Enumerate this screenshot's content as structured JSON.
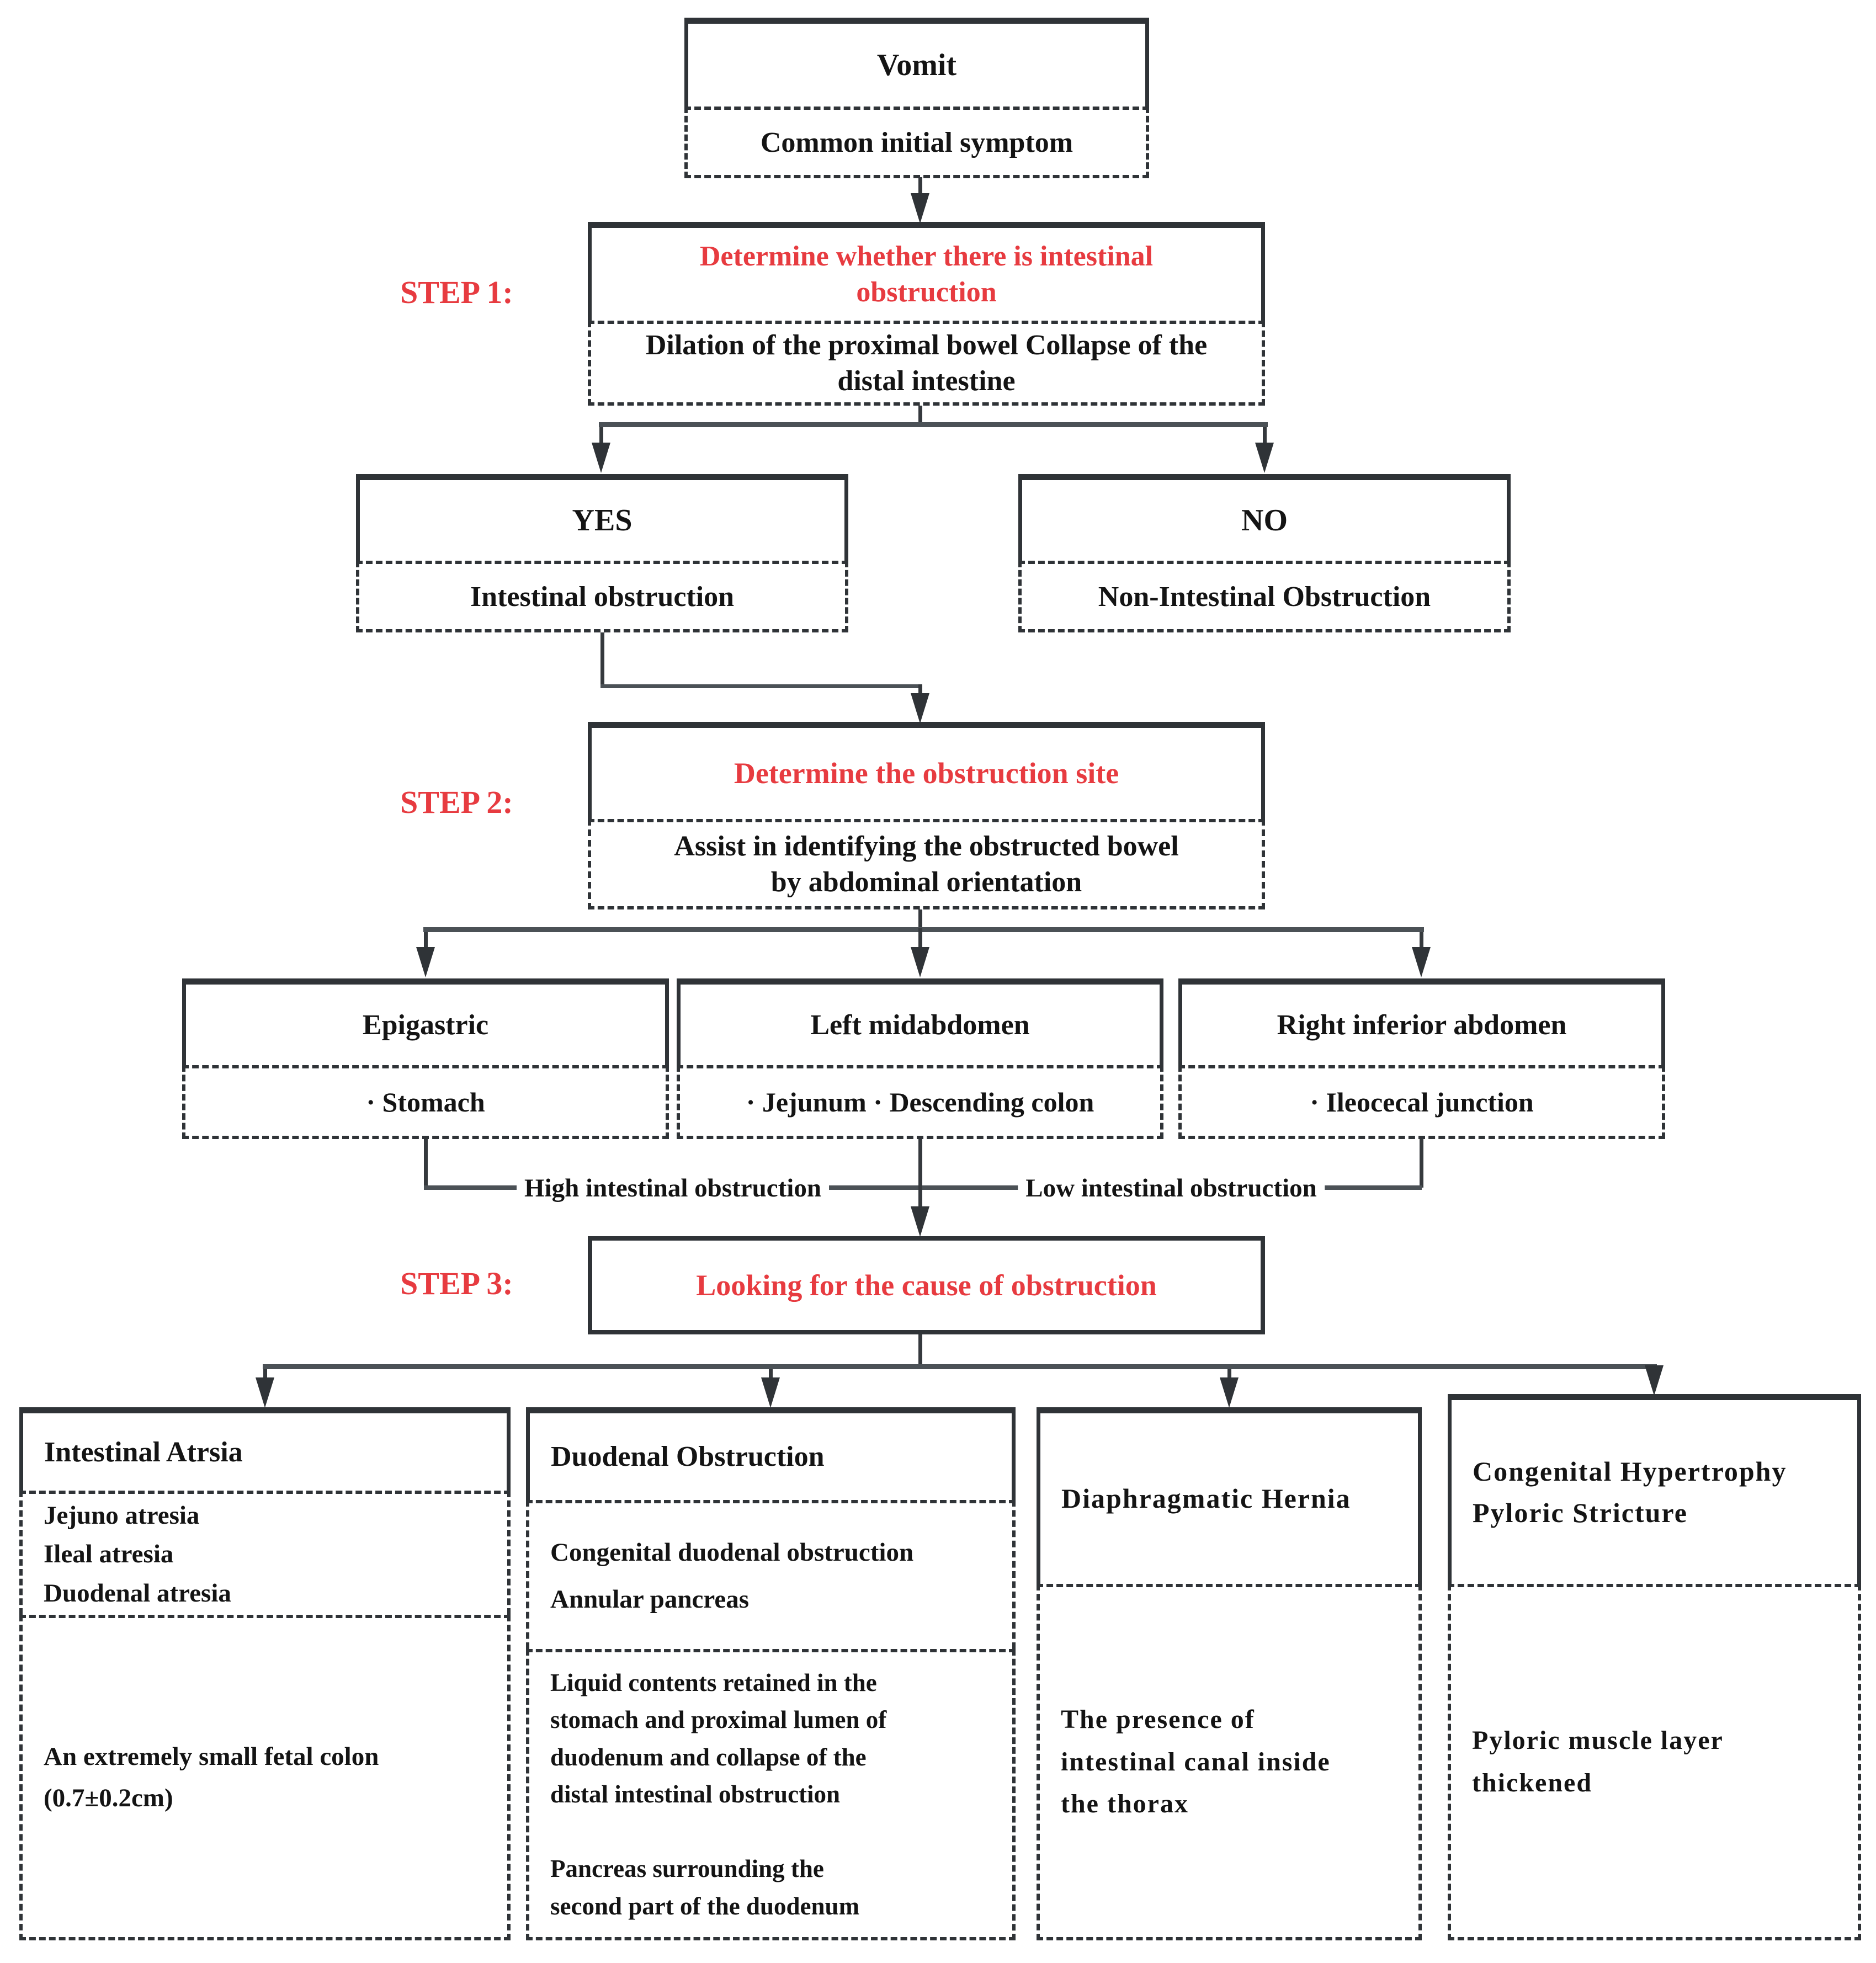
{
  "colors": {
    "accent_red": "#e73b40",
    "line": "#2f3337",
    "connector_bar": "#4b5156"
  },
  "nodes": {
    "vomit": {
      "title": "Vomit",
      "note": "Common initial symptom"
    },
    "step1": {
      "label": "STEP 1:",
      "title": "Determine whether there is intestinal obstruction",
      "note": "Dilation of the proximal bowel Collapse of the distal intestine"
    },
    "yes": {
      "title": "YES",
      "note": "Intestinal obstruction"
    },
    "no": {
      "title": "NO",
      "note": "Non-Intestinal Obstruction"
    },
    "step2": {
      "label": "STEP 2:",
      "title": "Determine the obstruction site",
      "note": "Assist in identifying the obstructed bowel by abdominal orientation"
    },
    "epigastric": {
      "title": "Epigastric",
      "note": "· Stomach"
    },
    "left_midabdomen": {
      "title": "Left midabdomen",
      "note": "· Jejunum · Descending colon"
    },
    "right_inferior": {
      "title": "Right inferior abdomen",
      "note": "· Ileocecal junction"
    },
    "high_label": "High intestinal obstruction",
    "low_label": "Low intestinal obstruction",
    "step3": {
      "label": "STEP 3:",
      "title": "Looking for the cause of obstruction"
    },
    "atresia": {
      "title": "Intestinal Atrsia",
      "types": "Jejuno atresia\nIleal atresia\nDuodenal atresia",
      "finding": "An extremely small fetal colon\n(0.7±0.2cm)"
    },
    "duodenal": {
      "title": "Duodenal Obstruction",
      "types": "Congenital duodenal obstruction\nAnnular pancreas",
      "finding": "Liquid contents retained in the\nstomach and proximal lumen of\nduodenum and collapse of the\ndistal intestinal obstruction\n\nPancreas surrounding the\nsecond part of the duodenum"
    },
    "hernia": {
      "title": "Diaphragmatic Hernia",
      "finding": "The presence of\nintestinal canal inside\nthe thorax"
    },
    "pyloric": {
      "title": "Congenital Hypertrophy\nPyloric Stricture",
      "finding": "Pyloric muscle layer\nthickened"
    }
  }
}
